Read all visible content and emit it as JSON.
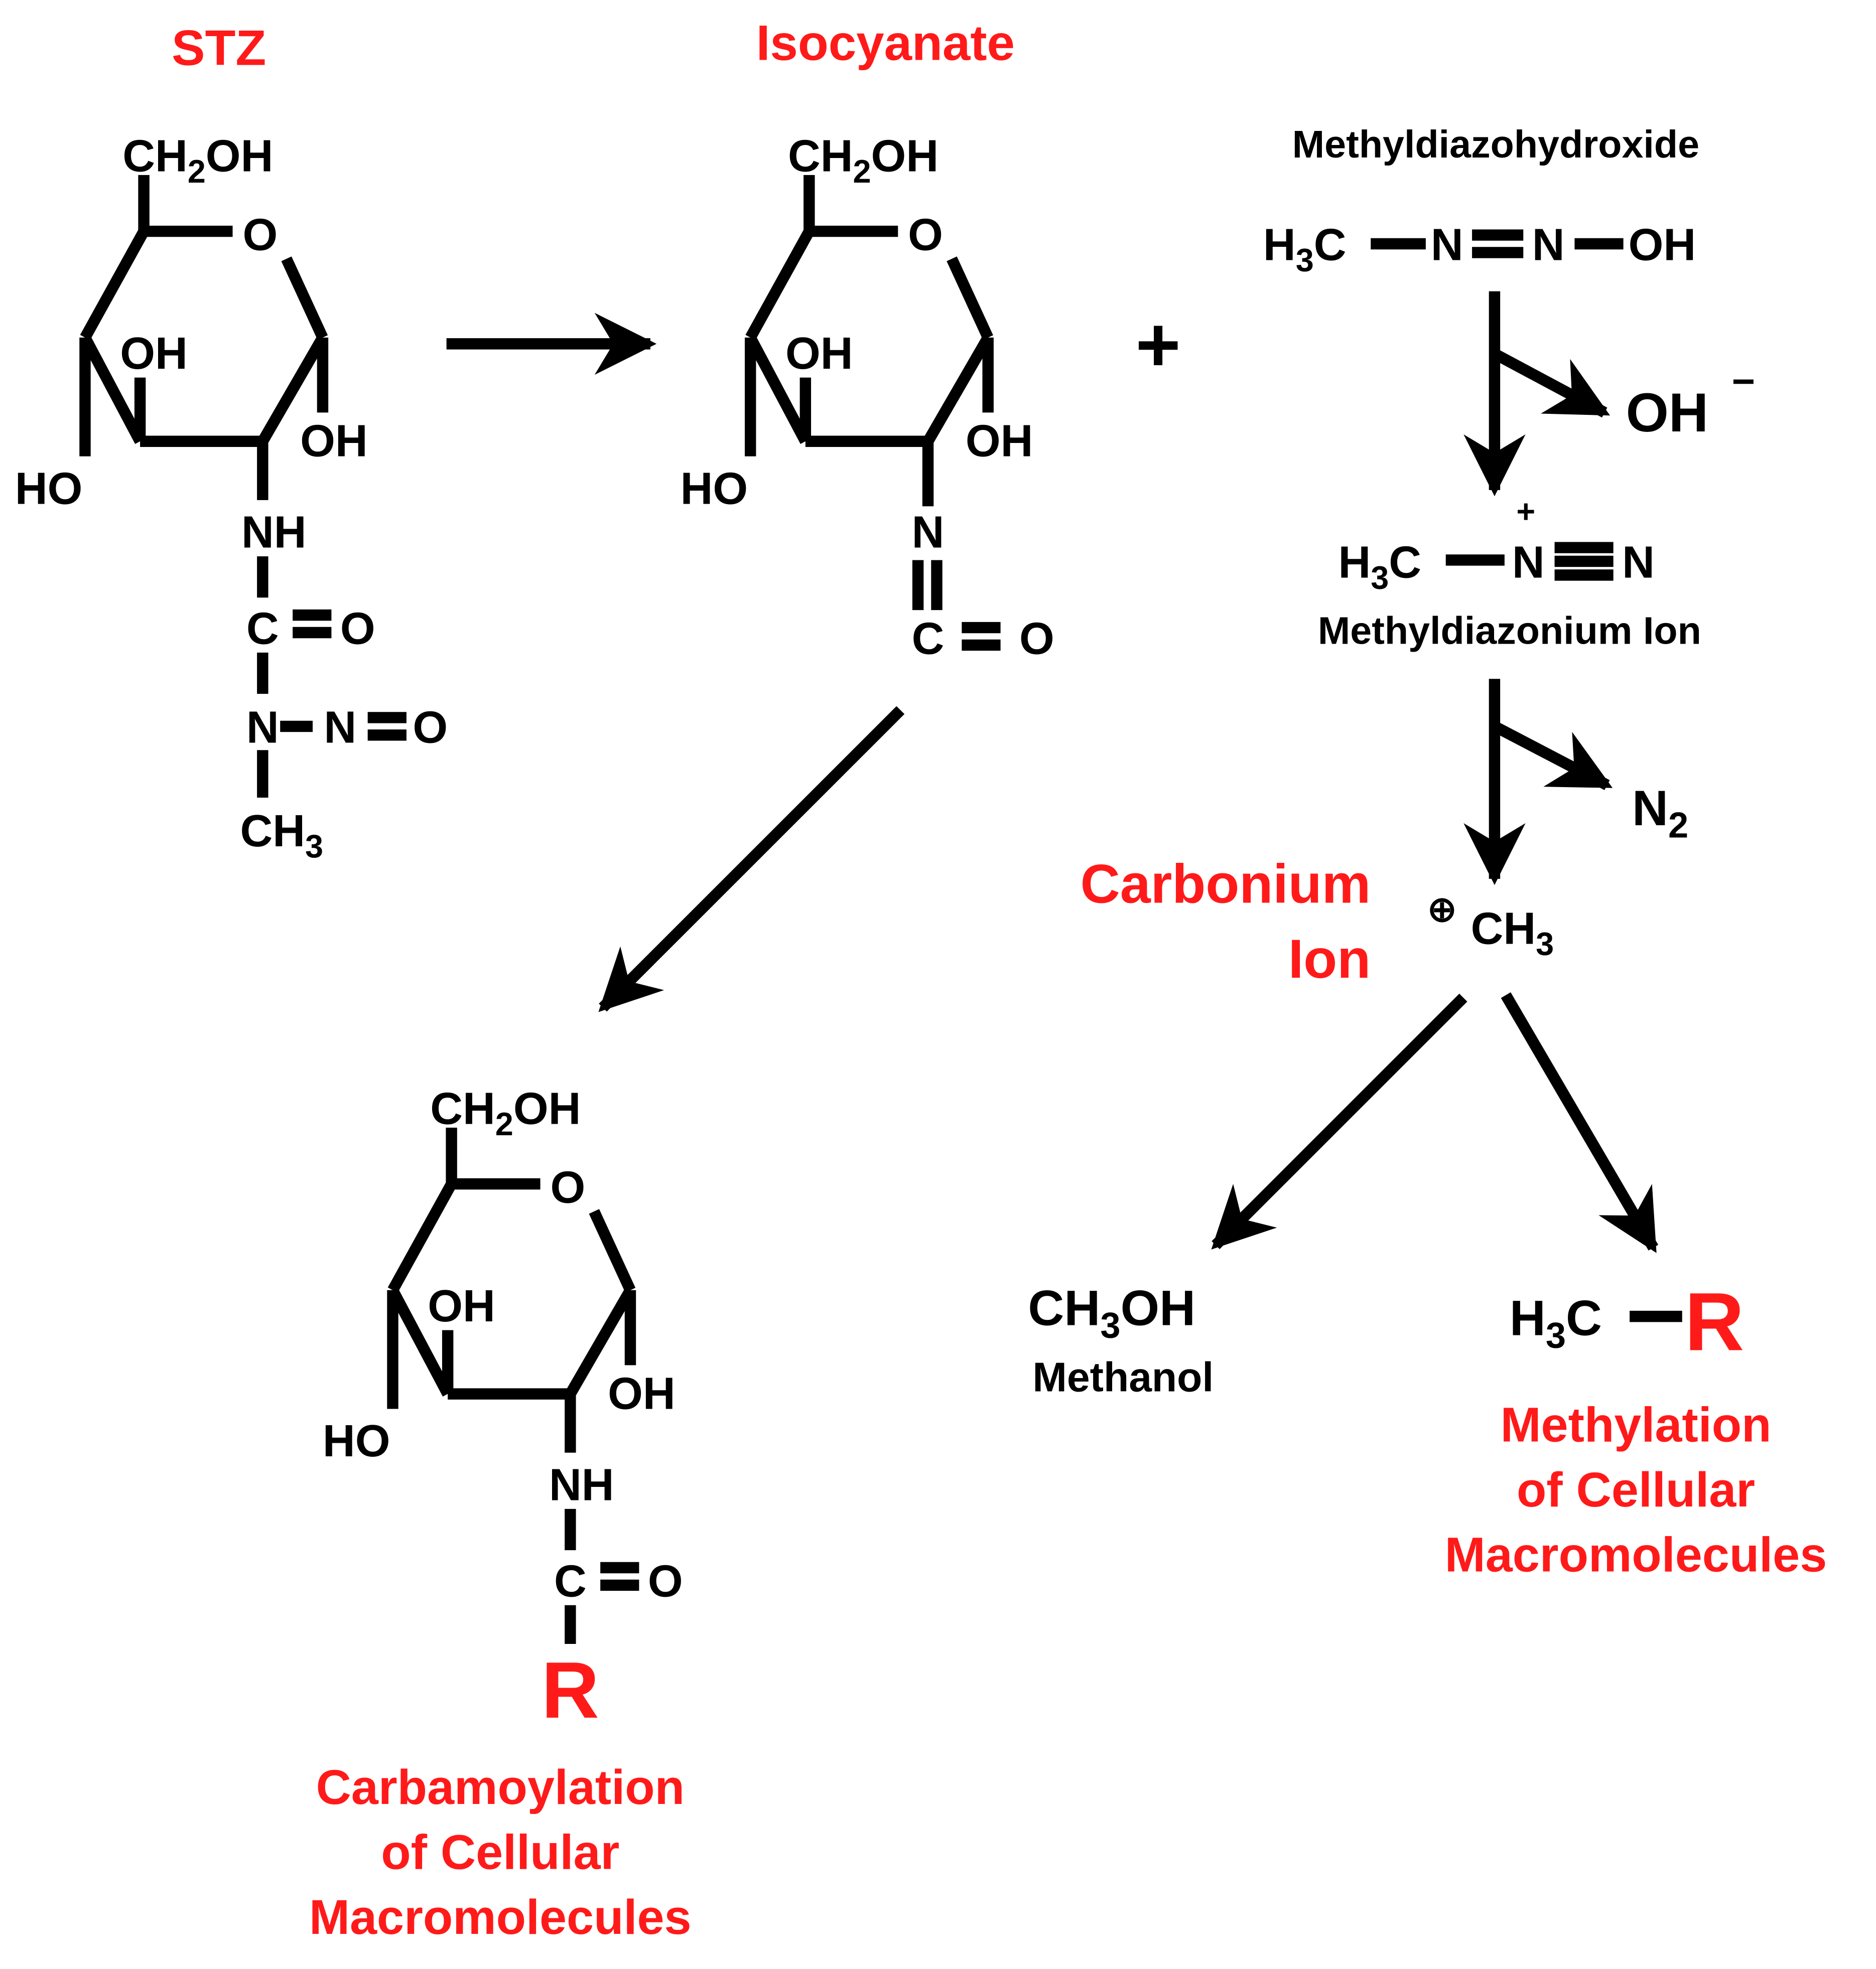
{
  "colors": {
    "highlight": "#ff1a1a",
    "text": "#000000",
    "background": "#ffffff"
  },
  "titles": {
    "stz": "STZ",
    "isocyanate": "Isocyanate",
    "carbonium_1": "Carbonium",
    "carbonium_2": "Ion",
    "carbamoylation_1": "Carbamoylation",
    "carbamoylation_2": "of Cellular",
    "carbamoylation_3": "Macromolecules",
    "methylation_1": "Methylation",
    "methylation_2": "of Cellular",
    "methylation_3": "Macromolecules"
  },
  "ring": {
    "ch2oh_a": "CH",
    "ch2oh_sub": "2",
    "ch2oh_b": "OH",
    "ring_o": "O",
    "oh_top": "OH",
    "oh_right": "OH",
    "ho_left": "HO"
  },
  "stz": {
    "nh": "NH",
    "c": "C",
    "o_carbonyl": "O",
    "n": "N",
    "n2": "N",
    "o_nitroso": "O",
    "ch": "CH",
    "ch_sub": "3"
  },
  "isocyanate": {
    "n": "N",
    "c": "C",
    "o": "O"
  },
  "carbamoyl": {
    "nh": "NH",
    "c": "C",
    "o": "O",
    "r": "R"
  },
  "plus": "+",
  "methyldiazohydroxide": {
    "label": "Methyldiazohydroxide",
    "h": "H",
    "h_sub": "3",
    "c": "C",
    "n1": "N",
    "n2": "N",
    "oh": "OH"
  },
  "hydroxide": {
    "text": "OH",
    "charge": "−"
  },
  "methyldiazonium": {
    "label": "Methyldiazonium Ion",
    "h": "H",
    "h_sub": "3",
    "c": "C",
    "n1": "N",
    "n2": "N",
    "charge": "+"
  },
  "nitrogen": {
    "text": "N",
    "sub": "2"
  },
  "carbonium": {
    "charge": "⊕",
    "text": "CH",
    "sub": "3"
  },
  "methanol": {
    "ch": "CH",
    "sub": "3",
    "oh": "OH",
    "label": "Methanol"
  },
  "methyl_r": {
    "h": "H",
    "sub": "3",
    "c": "C",
    "r": "R"
  }
}
